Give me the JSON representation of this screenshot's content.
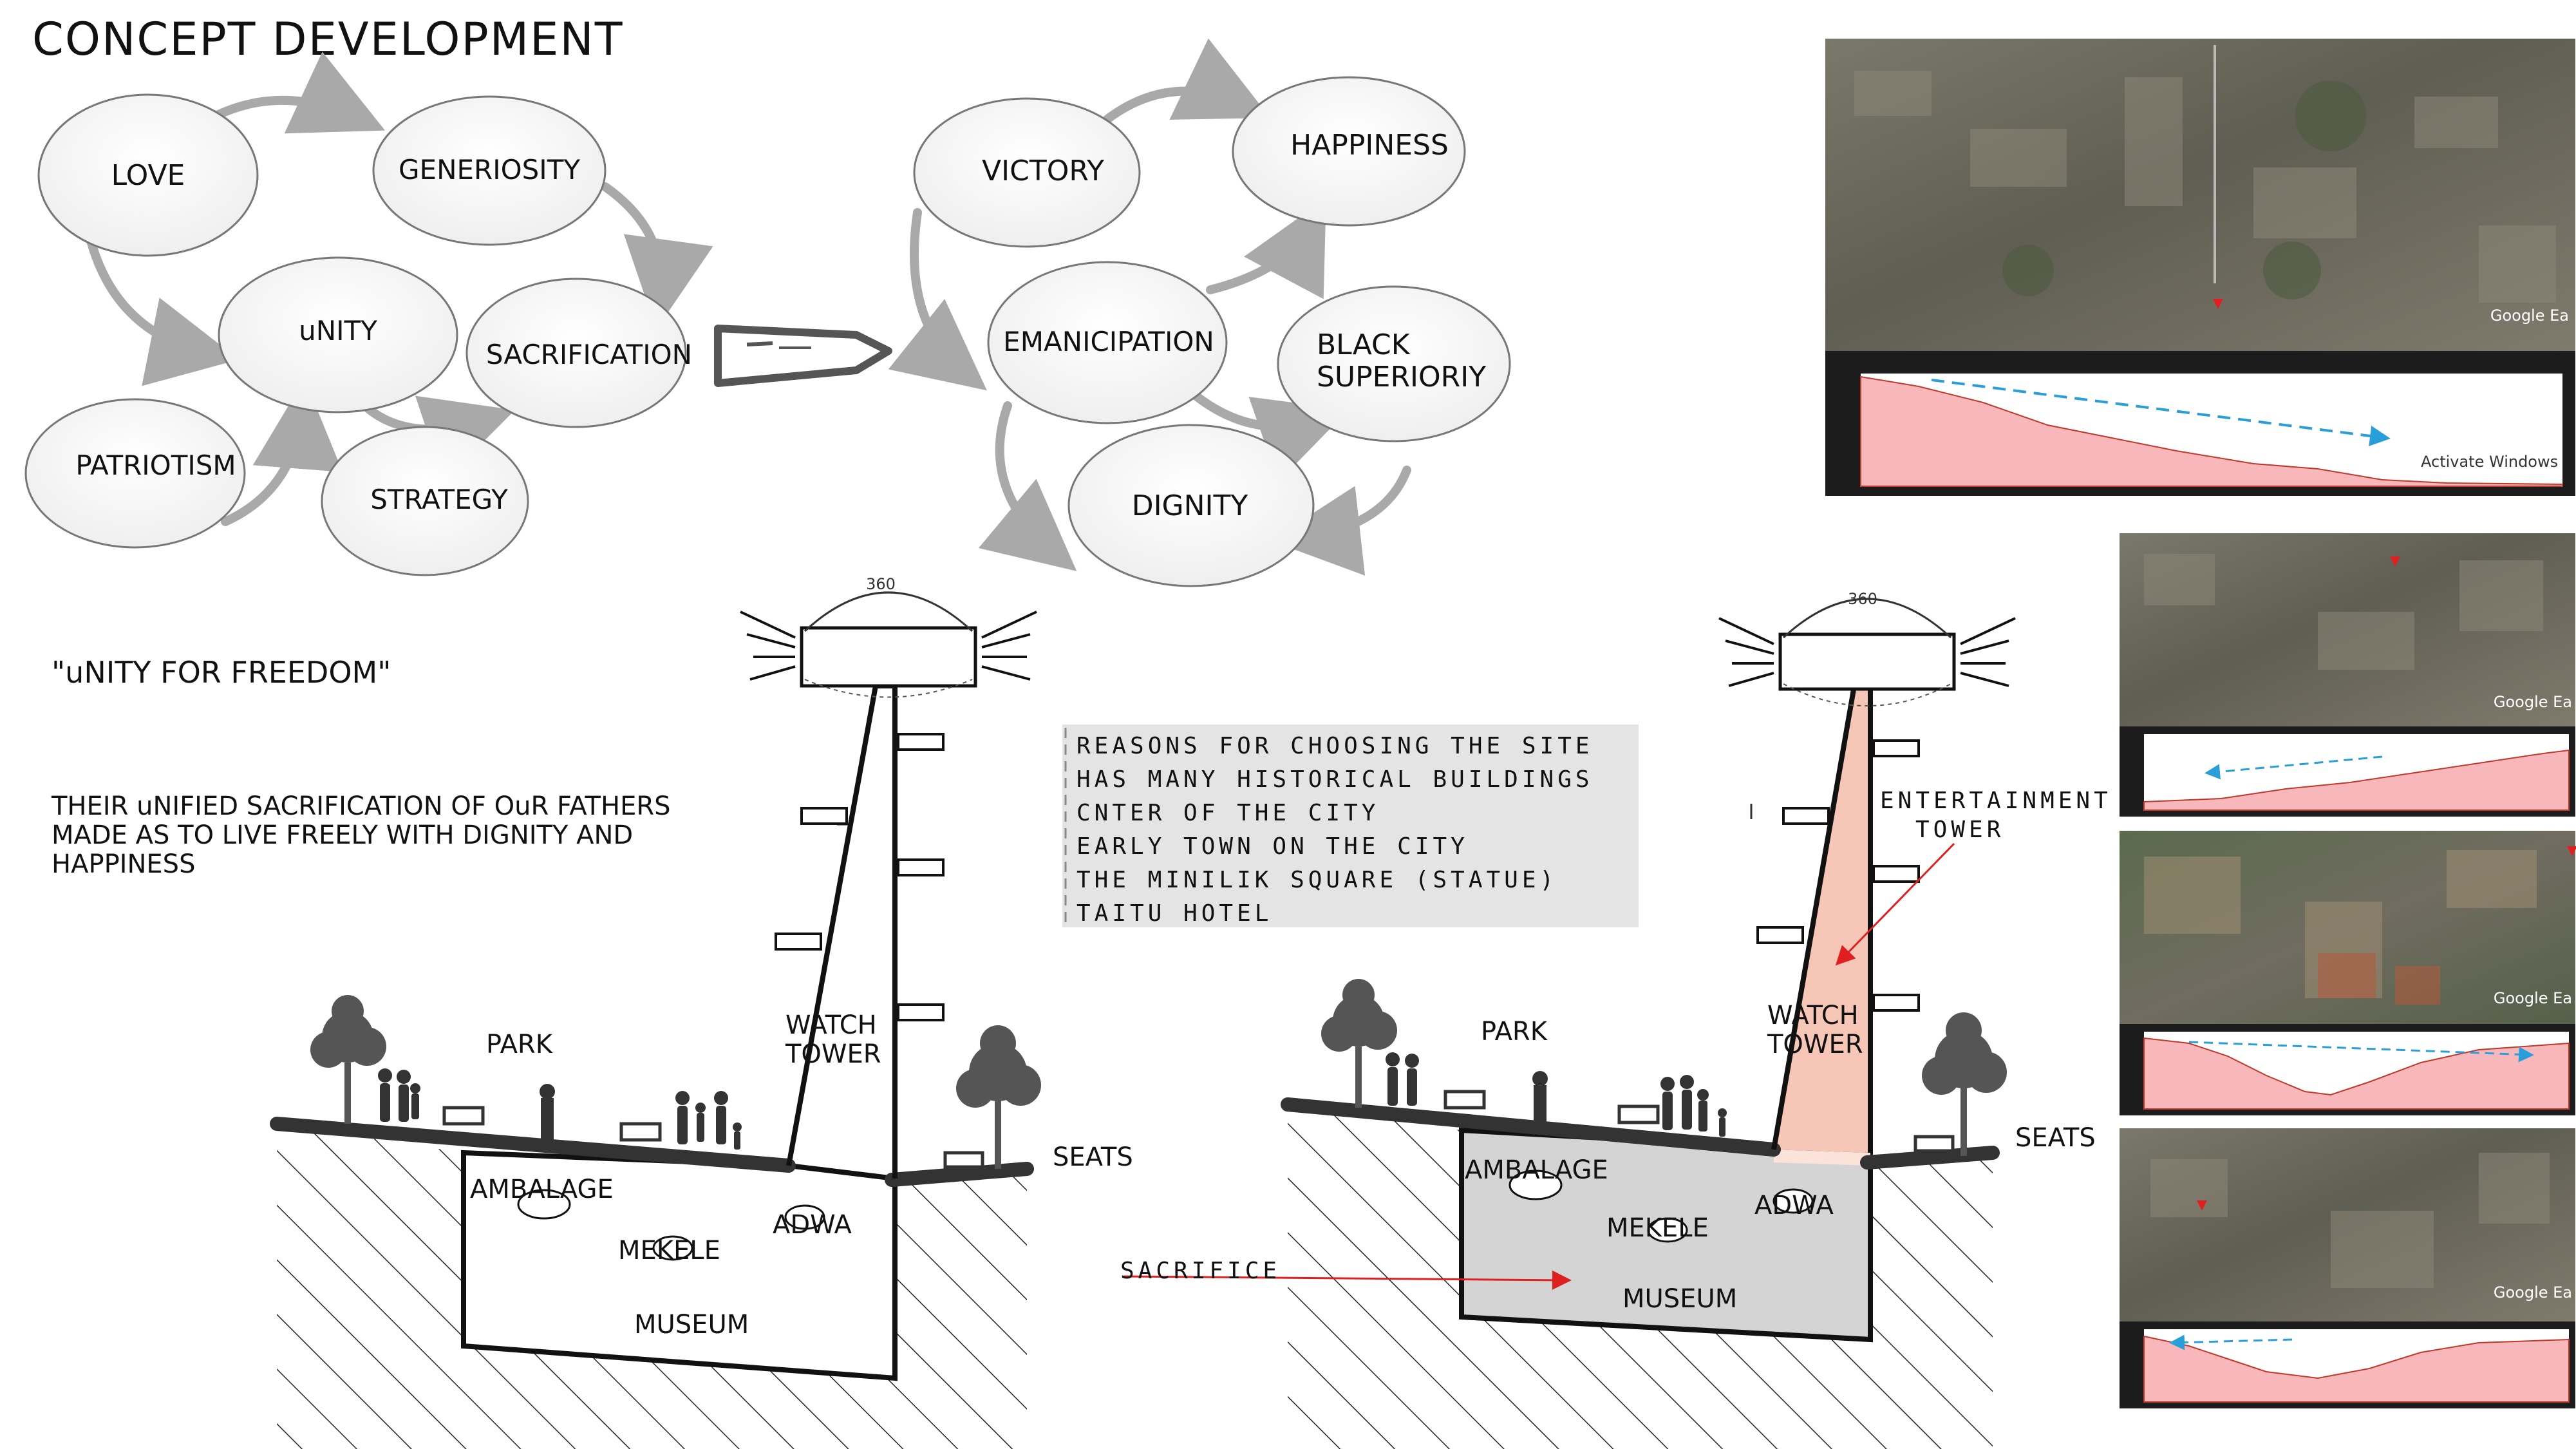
{
  "title": "CONCEPT DEVELOPMENT",
  "concept_map_left": {
    "love": "LOVE",
    "generosity": "GENERIOSITY",
    "unity": "uNITY",
    "sacrification": "SACRIFICATION",
    "patriotism": "PATRIOTISM",
    "strategy": "STRATEGY"
  },
  "concept_map_right": {
    "victory": "VICTORY",
    "happiness": "HAPPINESS",
    "emancipation": "EMANICIPATION",
    "black_superiority_1": "BLACK",
    "black_superiority_2": "SUPERIORIY",
    "dignity": "DIGNITY"
  },
  "slogan": "\"uNITY FOR FREEDOM\"",
  "description": [
    "THEIR uNIFIED SACRIFICATION OF OuR FATHERS",
    "MADE AS TO LIVE FREELY WITH DIGNITY AND",
    "HAPPINESS"
  ],
  "reasons": [
    "REASONS FOR CHOOSING THE SITE",
    "HAS MANY HISTORICAL BUILDINGS",
    "CNTER OF THE CITY",
    "EARLY TOWN ON THE CITY",
    "THE MINILIK SQUARE (STATUE)",
    "TAITU HOTEL"
  ],
  "section_left": {
    "angle": "360",
    "park": "PARK",
    "watch_1": "WATCH",
    "watch_2": "TOWER",
    "seats": "SEATS",
    "ambalage": "AMBALAGE",
    "mekele": "MEKELE",
    "adwa": "ADWA",
    "museum": "MUSEUM"
  },
  "section_right": {
    "angle": "360",
    "park": "PARK",
    "watch_1": "WATCH",
    "watch_2": "TOWER",
    "entertainment_1": "ENTERTAINMENT",
    "entertainment_2": "TOWER",
    "seats": "SEATS",
    "ambalage": "AMBALAGE",
    "mekele": "MEKELE",
    "adwa": "ADWA",
    "museum": "MUSEUM",
    "sacrifice": "SACRIFICE"
  },
  "map_watermark": "Google Ea",
  "map_notice": "Activate Windows",
  "colors": {
    "ink": "#111111",
    "arrow_grey": "#a9a9a9",
    "museum_grey": "#d4d4d4",
    "tower_pink": "#f6c6b6",
    "annotation_red": "#e02020",
    "profile_pink": "#f7b7bb",
    "profile_blue": "#2a9ed8",
    "satellite": "#6b6a5e"
  }
}
